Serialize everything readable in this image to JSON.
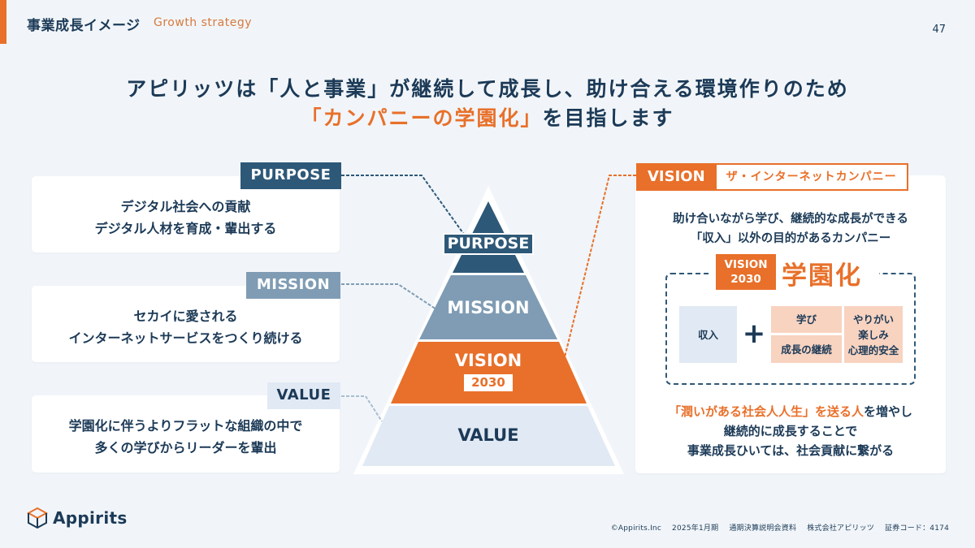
{
  "header": {
    "title": "事業成長イメージ",
    "subtitle": "Growth strategy",
    "page_number": "47"
  },
  "headline": {
    "line1": "アピリッツは「人と事業」が継続して成長し、助け合える環境作りのため",
    "line2_highlight": "「カンパニーの学園化」",
    "line2_rest": "を目指します"
  },
  "left_cards": [
    {
      "tag": "PURPOSE",
      "lines": [
        "デジタル社会への貢献",
        "デジタル人材を育成・輩出する"
      ]
    },
    {
      "tag": "MISSION",
      "lines": [
        "セカイに愛される",
        "インターネットサービスをつくり続ける"
      ]
    },
    {
      "tag": "VALUE",
      "lines": [
        "学園化に伴うよりフラットな組織の中で",
        "多くの学びからリーダーを輩出"
      ]
    }
  ],
  "pyramid": {
    "levels": [
      {
        "label": "PURPOSE",
        "color": "#2e5878"
      },
      {
        "label": "MISSION",
        "color": "#7f9cb4"
      },
      {
        "label": "VISION",
        "badge": "2030",
        "color": "#e8702a"
      },
      {
        "label": "VALUE",
        "color": "#e1e9f4"
      }
    ]
  },
  "vision": {
    "tag": "VISION",
    "tag_sub": "ザ・インターネットカンパニー",
    "desc_lines": [
      "助け合いながら学び、継続的な成長ができる",
      "「収入」以外の目的があるカンパニー"
    ],
    "badge_line1": "VISION",
    "badge_line2": "2030",
    "gakuen": "学園化",
    "income": "収入",
    "plus": "+",
    "learn": "学び",
    "growth": "成長の継続",
    "fun_lines": [
      "やりがい",
      "楽しみ",
      "心理的安全"
    ],
    "bottom_highlight": "「潤いがある社会人人生」を送る人",
    "bottom_line1_rest": "を増やし",
    "bottom_line2": "継続的に成長することで",
    "bottom_line3": "事業成長ひいては、社会貢献に繋がる"
  },
  "colors": {
    "accent": "#e8702a",
    "navy": "#1c3a57",
    "purpose": "#2e5878",
    "mission": "#7f9cb4",
    "value": "#e1e9f4",
    "peach": "#f8d3c0"
  },
  "footer": {
    "logo": "Appirits",
    "copyright": "©Appirits.Inc",
    "period": "2025年1月期",
    "doc": "通期決算説明会資料",
    "company": "株式会社アピリッツ",
    "code": "証券コード：4174"
  }
}
